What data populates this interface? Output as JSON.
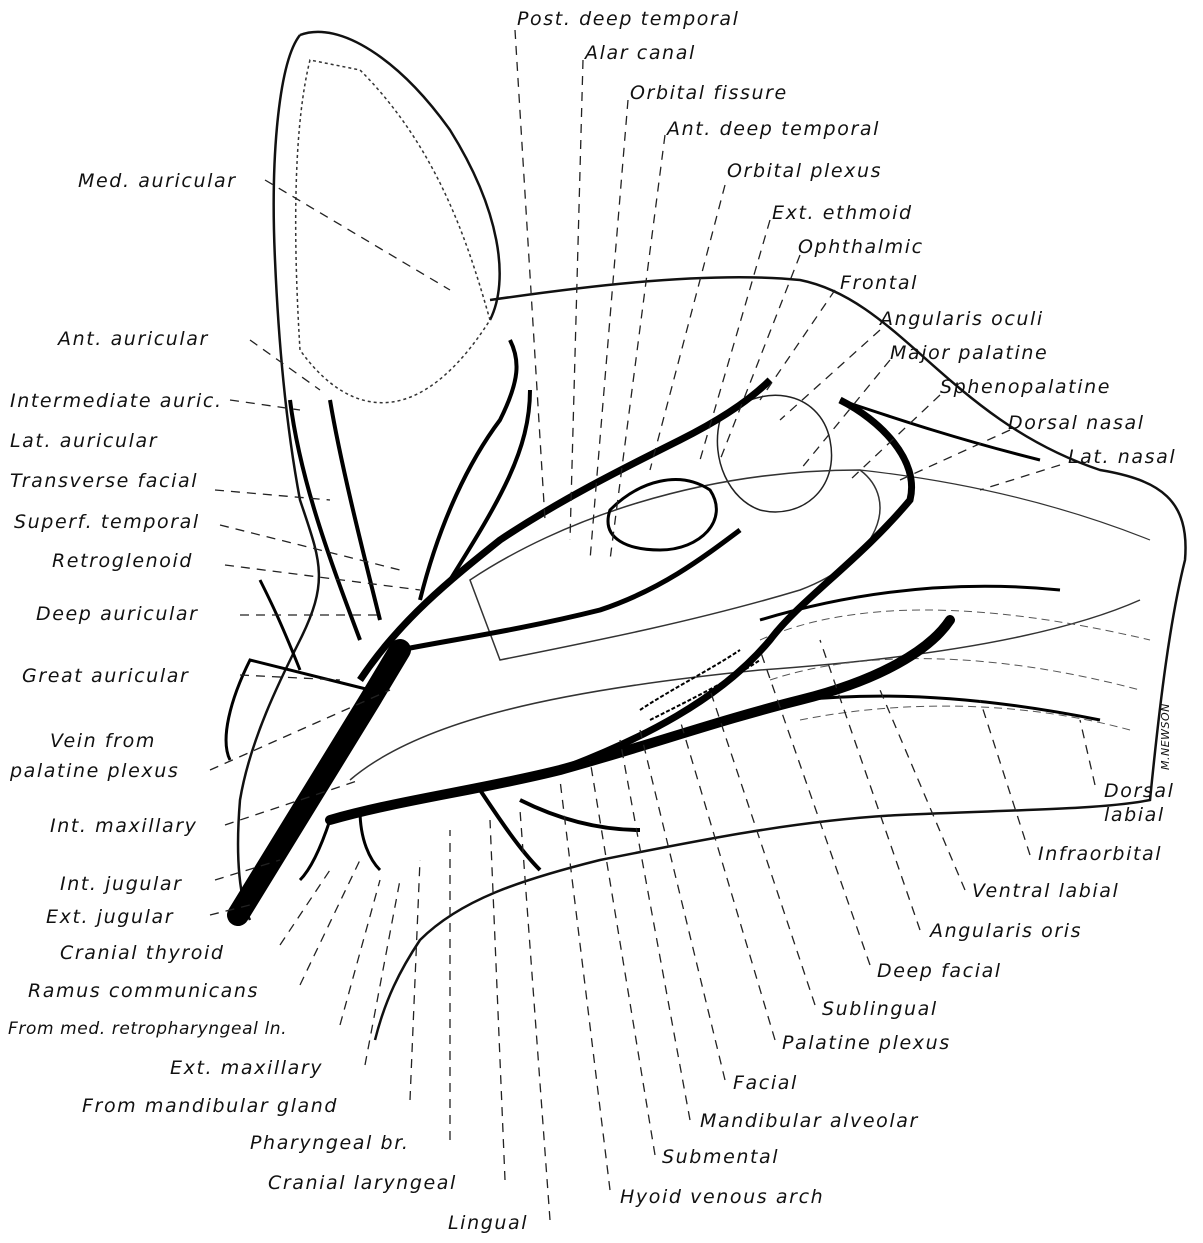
{
  "labels": {
    "post_deep_temporal": "Post. deep temporal",
    "alar_canal": "Alar canal",
    "orbital_fissure": "Orbital fissure",
    "ant_deep_temporal": "Ant. deep temporal",
    "orbital_plexus": "Orbital plexus",
    "ext_ethmoid": "Ext. ethmoid",
    "ophthalmic": "Ophthalmic",
    "frontal": "Frontal",
    "angularis_oculi": "Angularis oculi",
    "major_palatine": "Major palatine",
    "sphenopalatine": "Sphenopalatine",
    "dorsal_nasal": "Dorsal nasal",
    "lat_nasal": "Lat. nasal",
    "med_auricular": "Med. auricular",
    "ant_auricular": "Ant. auricular",
    "intermediate_auric": "Intermediate auric.",
    "lat_auricular": "Lat. auricular",
    "transverse_facial": "Transverse facial",
    "superf_temporal": "Superf. temporal",
    "retroglenoid": "Retroglenoid",
    "deep_auricular": "Deep auricular",
    "great_auricular": "Great auricular",
    "vein_from": "Vein from",
    "palatine_plexus_left": "palatine plexus",
    "int_maxillary": "Int. maxillary",
    "int_jugular": "Int. jugular",
    "ext_jugular": "Ext. jugular",
    "cranial_thyroid": "Cranial thyroid",
    "ramus_communicans": "Ramus communicans",
    "from_med_retropharyngeal": "From med. retropharyngeal ln.",
    "ext_maxillary": "Ext. maxillary",
    "from_mandibular_gland": "From mandibular gland",
    "pharyngeal_br": "Pharyngeal br.",
    "cranial_laryngeal": "Cranial laryngeal",
    "lingual": "Lingual",
    "hyoid_venous_arch": "Hyoid venous arch",
    "submental": "Submental",
    "mandibular_alveolar": "Mandibular alveolar",
    "facial": "Facial",
    "palatine_plexus": "Palatine plexus",
    "sublingual": "Sublingual",
    "deep_facial": "Deep facial",
    "angularis_oris": "Angularis oris",
    "ventral_labial": "Ventral labial",
    "infraorbital": "Infraorbital",
    "dorsal": "Dorsal",
    "labial": "labial",
    "signature": "M.NEWSON"
  }
}
